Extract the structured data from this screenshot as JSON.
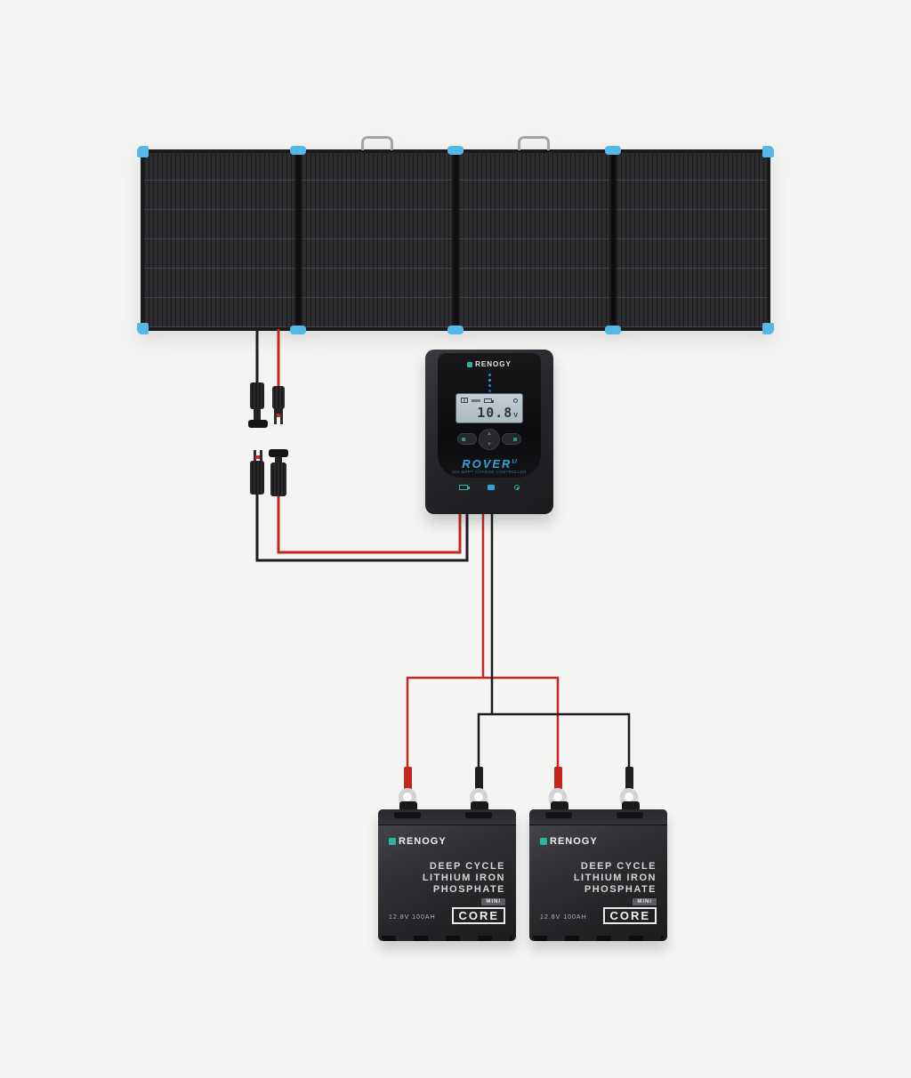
{
  "scene": "solar-kit-wiring-diagram",
  "colors": {
    "background": "#f4f4f2",
    "corner_guard_blue": "#55b9e7",
    "wire_positive_red": "#c3271d",
    "wire_negative_black": "#1c1c1e",
    "brand_teal": "#2ab5a0",
    "rover_blue": "#2da6dd"
  },
  "panel_array": {
    "panel_count": 4,
    "icons": [
      "corner-guard-icon",
      "carry-handle-icon"
    ]
  },
  "controller": {
    "brand": "RENOGY",
    "model": "ROVER",
    "model_suffix": "LI",
    "subtitle": "40A MPPT CHARGE CONTROLLER",
    "lcd": {
      "value": "10.8",
      "unit": "V"
    },
    "icons": [
      "battery-icon",
      "screen-icon",
      "bluetooth-icon"
    ]
  },
  "battery": {
    "brand": "RENOGY",
    "title_lines": [
      "DEEP CYCLE",
      "LITHIUM IRON",
      "PHOSPHATE"
    ],
    "badge_top": "MINI",
    "badge_main": "CORE",
    "spec": "12.8V 100AH"
  },
  "wiring": {
    "pv_connectors": "MC4 pair",
    "battery_terminals": "ring terminals x4"
  }
}
